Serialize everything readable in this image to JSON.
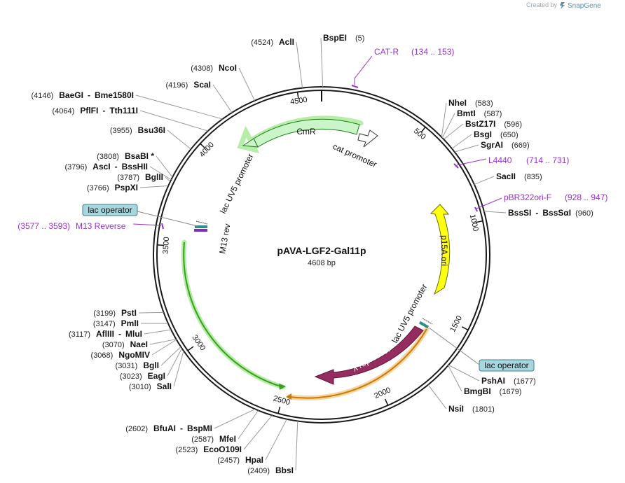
{
  "header": {
    "credit_prefix": "Created by",
    "brand": "SnapGene"
  },
  "plasmid": {
    "name": "pAVA-LGF2-Gal11p",
    "size_label": "4608 bp",
    "length": 4608
  },
  "ticks": [
    "500",
    "1000",
    "1500",
    "2000",
    "2500",
    "3000",
    "3500",
    "4000",
    "4500"
  ],
  "sites": {
    "bspei": {
      "name": "BspEI",
      "pos": "(5)"
    },
    "acli": {
      "name": "AclI",
      "pos": "(4524)"
    },
    "ncoi": {
      "name": "NcoI",
      "pos": "(4308)"
    },
    "scai": {
      "name": "ScaI",
      "pos": "(4196)"
    },
    "baegi": {
      "name": "BaeGI",
      "sep": "-",
      "name2": "Bme1580I",
      "pos": "(4146)"
    },
    "pflfi": {
      "name": "PflFI",
      "sep": "-",
      "name2": "Tth111I",
      "pos": "(4064)"
    },
    "bsu36i": {
      "name": "Bsu36I",
      "pos": "(3955)"
    },
    "bsabi": {
      "name": "BsaBI *",
      "pos": "(3808)"
    },
    "asci": {
      "name": "AscI",
      "sep": "-",
      "name2": "BssHII",
      "pos": "(3796)"
    },
    "bglii": {
      "name": "BglII",
      "pos": "(3787)"
    },
    "pspxi": {
      "name": "PspXI",
      "pos": "(3766)"
    },
    "nhei": {
      "name": "NheI",
      "pos": "(583)"
    },
    "bmti": {
      "name": "BmtI",
      "pos": "(587)"
    },
    "bstz17i": {
      "name": "BstZ17I",
      "pos": "(596)"
    },
    "bsgi": {
      "name": "BsgI",
      "pos": "(650)"
    },
    "sgrai": {
      "name": "SgrAI",
      "pos": "(669)"
    },
    "sacii": {
      "name": "SacII",
      "pos": "(835)"
    },
    "bsssi": {
      "name": "BssSI",
      "sep": "-",
      "name2": "BssSαI",
      "pos": "(960)"
    },
    "pshai": {
      "name": "PshAI",
      "pos": "(1677)"
    },
    "bmgbi": {
      "name": "BmgBI",
      "pos": "(1679)"
    },
    "nsii": {
      "name": "NsiI",
      "pos": "(1801)"
    },
    "psti": {
      "name": "PstI",
      "pos": "(3199)"
    },
    "pmli": {
      "name": "PmlI",
      "pos": "(3147)"
    },
    "afliii": {
      "name": "AflIII",
      "sep": "-",
      "name2": "MluI",
      "pos": "(3117)"
    },
    "naei": {
      "name": "NaeI",
      "pos": "(3070)"
    },
    "ngomiv": {
      "name": "NgoMIV",
      "pos": "(3068)"
    },
    "bgli": {
      "name": "BglI",
      "pos": "(3031)"
    },
    "eagi": {
      "name": "EagI",
      "pos": "(3023)"
    },
    "sali": {
      "name": "SalI",
      "pos": "(3010)"
    },
    "bfuai": {
      "name": "BfuAI",
      "sep": "-",
      "name2": "BspMI",
      "pos": "(2602)"
    },
    "mfei": {
      "name": "MfeI",
      "pos": "(2587)"
    },
    "ecoo109i": {
      "name": "EcoO109I",
      "pos": "(2523)"
    },
    "hpai": {
      "name": "HpaI",
      "pos": "(2457)"
    },
    "bbsi": {
      "name": "BbsI",
      "pos": "(2409)"
    }
  },
  "primers": {
    "catr": {
      "name": "CAT-R",
      "range": "(134 .. 153)"
    },
    "l4440": {
      "name": "L4440",
      "range": "(714 .. 731)"
    },
    "pbr322": {
      "name": "pBR322ori-F",
      "range": "(928 .. 947)"
    },
    "m13rev": {
      "name": "M13 Reverse",
      "range": "(3577 .. 3593)"
    }
  },
  "features": {
    "cmr": "CmR",
    "cat_promoter": "cat promoter",
    "p15a": "p15A ori",
    "lambda_repressor": "λ repressor",
    "lacuv5_top": "lac UV5 promoter",
    "m13rev": "M13 rev",
    "lacuv5_bottom": "lac UV5 promoter",
    "lac_operator_left": "lac operator",
    "lac_operator_right": "lac operator"
  },
  "colors": {
    "backbone": "#1a1a1a",
    "cmr_fill": "#c9f5c9",
    "cat_promoter_fill": "#ffffff",
    "p15a_fill": "#ffff14",
    "lambda_fill": "#962b60",
    "green_arc": "#4db52d",
    "orange_arc": "#e8a23c",
    "primer": "#9a2fd0",
    "operator_box": "#a7d6de"
  }
}
